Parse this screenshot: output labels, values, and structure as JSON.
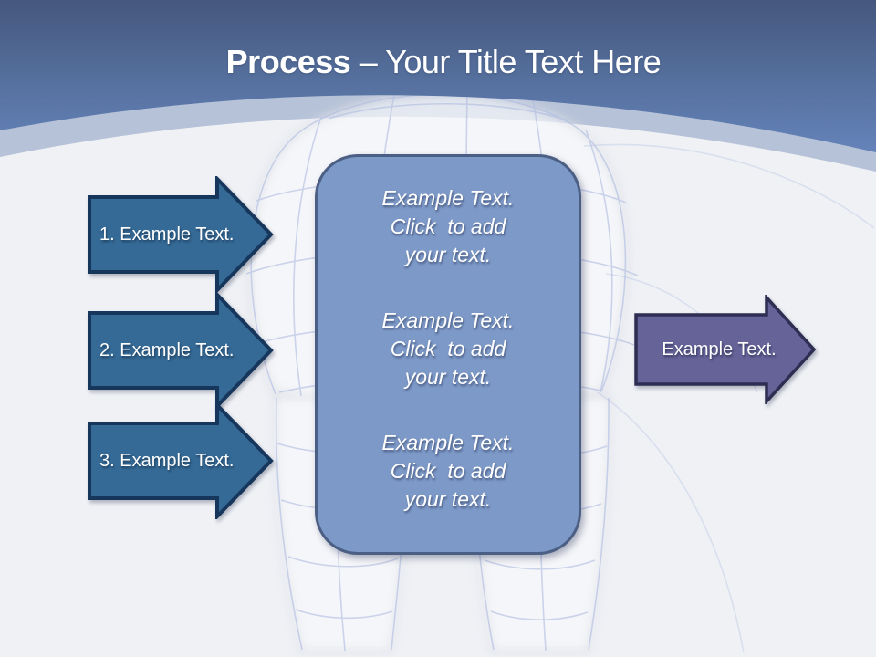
{
  "slide": {
    "title": {
      "emphasis": "Process",
      "rest": " – Your Title Text Here"
    },
    "steps": [
      {
        "label": "1. Example Text."
      },
      {
        "label": "2. Example Text."
      },
      {
        "label": "3. Example Text."
      }
    ],
    "panel": {
      "blocks": [
        {
          "lines": [
            "Example Text.",
            "Click  to add",
            "your text."
          ]
        },
        {
          "lines": [
            "Example Text.",
            "Click  to add",
            "your text."
          ]
        },
        {
          "lines": [
            "Example Text.",
            "Click  to add",
            "your text."
          ]
        }
      ]
    },
    "result": {
      "label": "Example Text."
    },
    "colors": {
      "header_gradient_top": "#45577d",
      "header_gradient_bottom": "#6583ba",
      "curve_band": "#b6c2d8",
      "body_background": "#eff1f5",
      "step_arrow_fill": "#356a96",
      "step_arrow_border": "#17365c",
      "panel_fill": "#7d99c7",
      "panel_border": "#4b5e84",
      "result_arrow_fill": "#666399",
      "result_arrow_border": "#2e2d52",
      "text": "#ffffff",
      "tooth_wireframe": "#aebce0"
    }
  }
}
